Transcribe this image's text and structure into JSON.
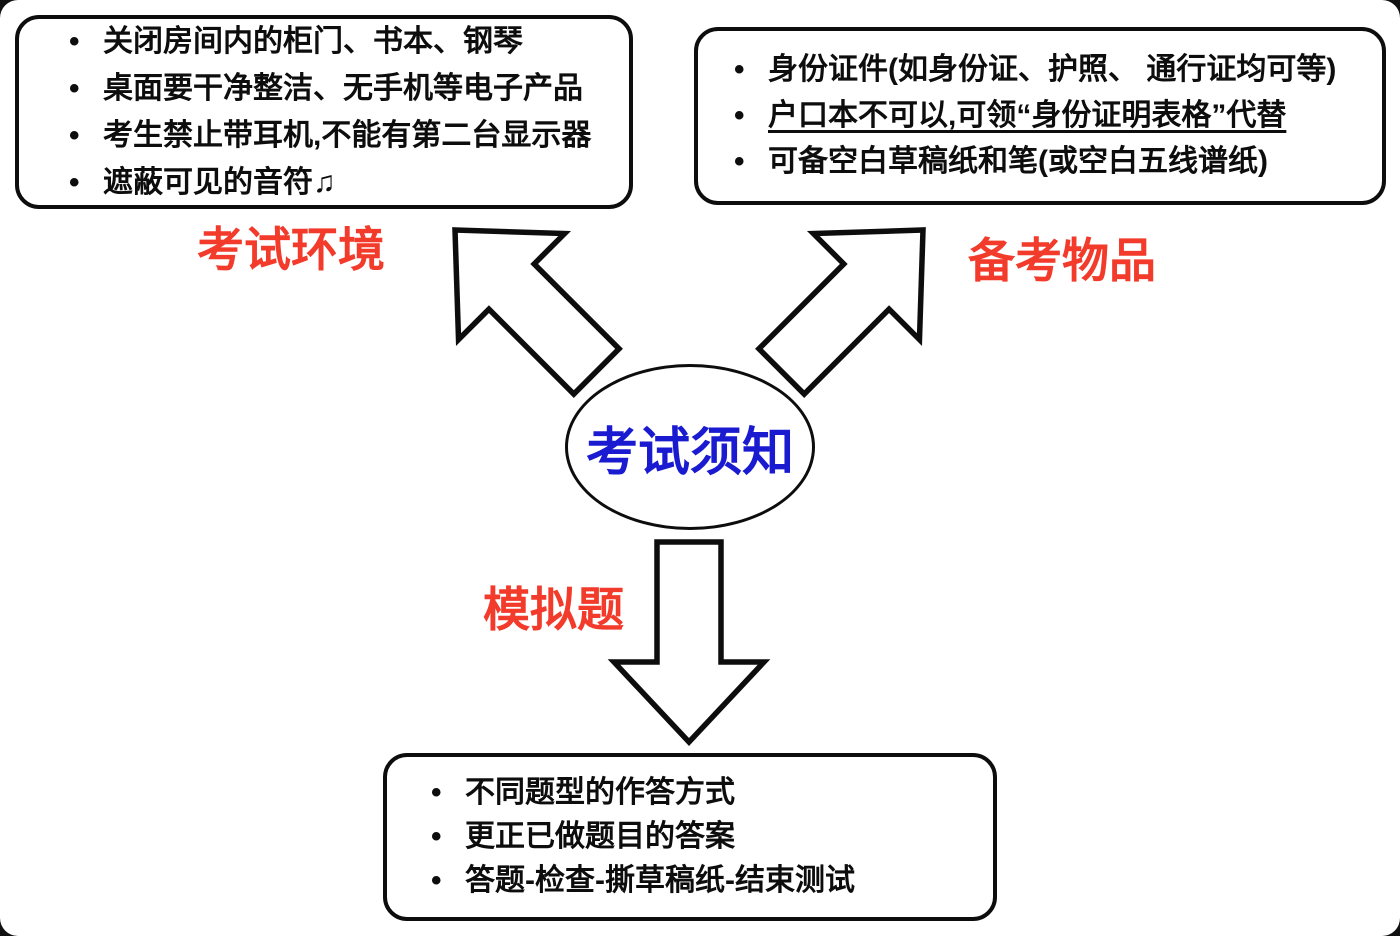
{
  "diagram": {
    "center": {
      "label": "考试须知"
    },
    "colors": {
      "branch_label": "#f23b2b",
      "center_text": "#1a1ad1",
      "outline": "#0d0d0d",
      "background": "#ffffff"
    },
    "branches": [
      {
        "id": "exam-environment",
        "label": "考试环境"
      },
      {
        "id": "exam-items",
        "label": "备考物品"
      },
      {
        "id": "mock-questions",
        "label": "模拟题"
      }
    ],
    "boxes": {
      "exam_environment": {
        "items": [
          {
            "text": "关闭房间内的柜门、书本、钢琴",
            "underline": false
          },
          {
            "text": "桌面要干净整洁、无手机等电子产品",
            "underline": false
          },
          {
            "text": "考生禁止带耳机,不能有第二台显示器",
            "underline": false
          },
          {
            "text": "遮蔽可见的音符♫",
            "underline": false
          }
        ]
      },
      "exam_items": {
        "items": [
          {
            "text": "身份证件(如身份证、护照、 通行证均可等)",
            "underline": false
          },
          {
            "text": "户口本不可以,可领“身份证明表格”代替",
            "underline": true
          },
          {
            "text": "可备空白草稿纸和笔(或空白五线谱纸)",
            "underline": false
          }
        ]
      },
      "mock_questions": {
        "items": [
          {
            "text": "不同题型的作答方式",
            "underline": false
          },
          {
            "text": "更正已做题目的答案",
            "underline": false
          },
          {
            "text": "答题-检查-撕草稿纸-结束测试",
            "underline": false
          }
        ]
      }
    },
    "icons": {
      "music_note": "♫"
    }
  }
}
